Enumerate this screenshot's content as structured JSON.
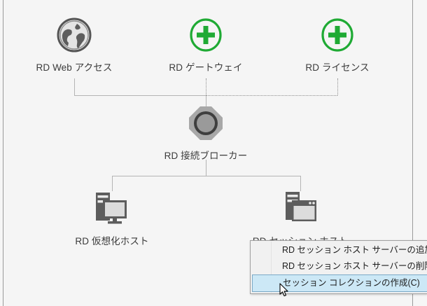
{
  "diagram": {
    "nodes": [
      {
        "id": "rd-web-access",
        "label": "RD Web アクセス",
        "icon": "globe-icon"
      },
      {
        "id": "rd-gateway",
        "label": "RD ゲートウェイ",
        "icon": "green-plus-icon"
      },
      {
        "id": "rd-licensing",
        "label": "RD ライセンス",
        "icon": "green-plus-icon"
      },
      {
        "id": "rd-connection-broker",
        "label": "RD 接続ブローカー",
        "icon": "broker-icon"
      },
      {
        "id": "rd-virtualization-host",
        "label": "RD 仮想化ホスト",
        "icon": "virtualization-host-icon"
      },
      {
        "id": "rd-session-host",
        "label": "RD セッション ホスト",
        "icon": "session-host-icon"
      }
    ]
  },
  "context_menu": {
    "items": [
      {
        "label": "RD セッション ホスト サーバーの追加(S)",
        "selected": false
      },
      {
        "label": "RD セッション ホスト サーバーの削除(O)",
        "selected": false
      },
      {
        "label": "セッション コレクションの作成(C)",
        "selected": true
      }
    ]
  },
  "colors": {
    "background": "#f5f5f5",
    "accent_green": "#1faa34",
    "icon_gray": "#6e6e6e",
    "selection_fill": "#cce8f6",
    "selection_border": "#7aa9c7",
    "connector": "#b4b4b4"
  }
}
